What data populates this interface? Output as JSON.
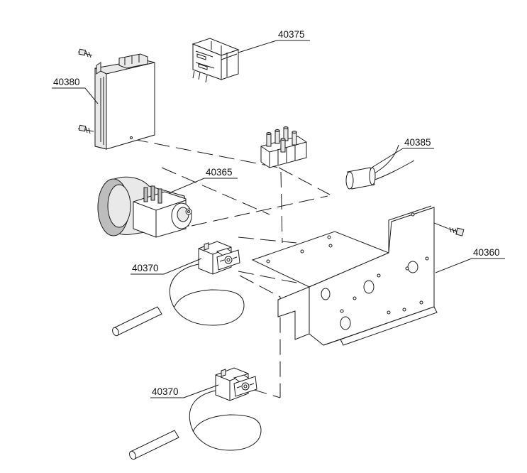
{
  "diagram": {
    "parts": [
      {
        "id": "timer-switch-module",
        "number": "40380"
      },
      {
        "id": "relay",
        "number": "40375"
      },
      {
        "id": "capacitor",
        "number": "40385"
      },
      {
        "id": "timer-motor",
        "number": "40365"
      },
      {
        "id": "thermostat-upper",
        "number": "40370"
      },
      {
        "id": "mounting-bracket",
        "number": "40360"
      },
      {
        "id": "thermostat-lower",
        "number": "40370"
      }
    ]
  }
}
